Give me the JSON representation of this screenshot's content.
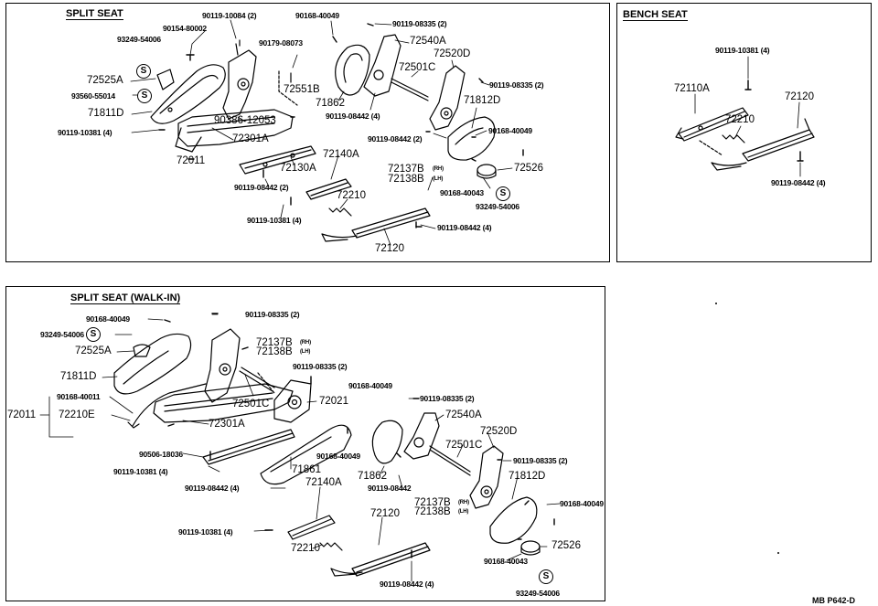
{
  "panels": {
    "split_seat": {
      "title": "SPLIT SEAT",
      "parts": {
        "p1": "90119-10084 (2)",
        "p2": "90168-40049",
        "p3": "90119-08335 (2)",
        "p4": "90154-80002",
        "p5": "93249-54006",
        "p6": "90179-08073",
        "p7": "72540A",
        "p8": "72520D",
        "p9": "72525A",
        "p10": "72551B",
        "p11": "72501C",
        "p12": "90119-08335 (2)",
        "p13": "93560-55014",
        "p14": "71862",
        "p15": "71812D",
        "p16": "71811D",
        "p17": "90119-08442 (4)",
        "p18": "90386-12053",
        "p19": "90119-10381 (4)",
        "p20": "90168-40049",
        "p21": "72301A",
        "p22": "90119-08442 (2)",
        "p23": "72011",
        "p24": "72130A",
        "p25": "72140A",
        "p26": "72137B",
        "p26s": "(RH)",
        "p27": "72138B",
        "p27s": "(LH)",
        "p28": "72526",
        "p29": "90119-08442 (2)",
        "p30": "90168-40043",
        "p31": "72210",
        "p32": "93249-54006",
        "p33": "90119-10381 (4)",
        "p34": "90119-08442 (4)",
        "p35": "72120"
      }
    },
    "bench_seat": {
      "title": "BENCH SEAT",
      "parts": {
        "b1": "90119-10381 (4)",
        "b2": "72110A",
        "b3": "72120",
        "b4": "72210",
        "b5": "90119-08442 (4)"
      }
    },
    "walk_in": {
      "title": "SPLIT SEAT (WALK-IN)",
      "parts": {
        "w1": "90168-40049",
        "w2": "90119-08335 (2)",
        "w3": "93249-54006",
        "w4": "72137B",
        "w4s": "(RH)",
        "w5": "72525A",
        "w6": "72138B",
        "w6s": "(LH)",
        "w7": "90119-08335 (2)",
        "w8": "71811D",
        "w9": "90168-40011",
        "w10": "72501C",
        "w11": "72021",
        "w12": "90168-40049",
        "w13": "90119-08335 (2)",
        "w14": "72011",
        "w15": "72210E",
        "w16": "72301A",
        "w17": "72540A",
        "w18": "72520D",
        "w19": "90506-18036",
        "w20": "72501C",
        "w21": "90168-40049",
        "w22": "90119-08335 (2)",
        "w23": "90119-10381 (4)",
        "w24": "71861",
        "w25": "71862",
        "w26": "71812D",
        "w27": "90119-08442 (4)",
        "w28": "72140A",
        "w29": "90119-08442",
        "w30": "72137B",
        "w30s": "(RH)",
        "w31": "90168-40049",
        "w32": "72138B",
        "w32s": "(LH)",
        "w33": "72120",
        "w34": "90119-10381 (4)",
        "w35": "72526",
        "w36": "72210",
        "w37": "90168-40043",
        "w38": "90119-08442 (4)",
        "w39": "93249-54006"
      }
    }
  },
  "symbols": {
    "s_mark": "S"
  },
  "footer": "MB  P642-D"
}
